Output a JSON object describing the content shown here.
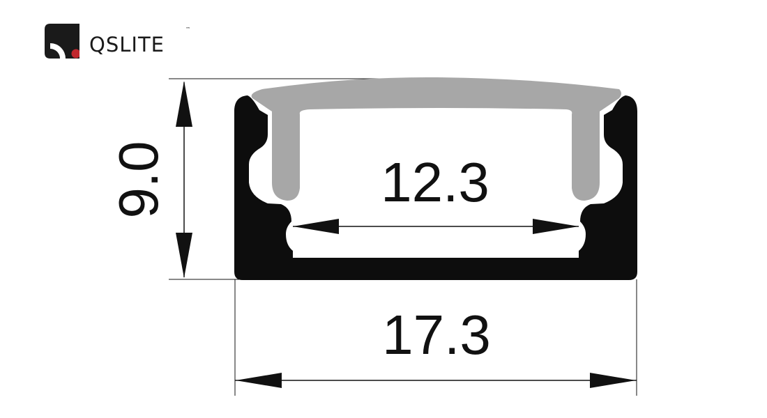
{
  "brand": {
    "name": "QSLITE",
    "trademark": "™",
    "colors": {
      "mark": "#1a1a1a",
      "dot": "#c0272d"
    }
  },
  "dimensions": {
    "height": "9.0",
    "inner_width": "12.3",
    "outer_width": "17.3"
  },
  "colors": {
    "profile": "#0d0d0d",
    "diffuser": "#a7a7a7",
    "lines": "#111111"
  }
}
